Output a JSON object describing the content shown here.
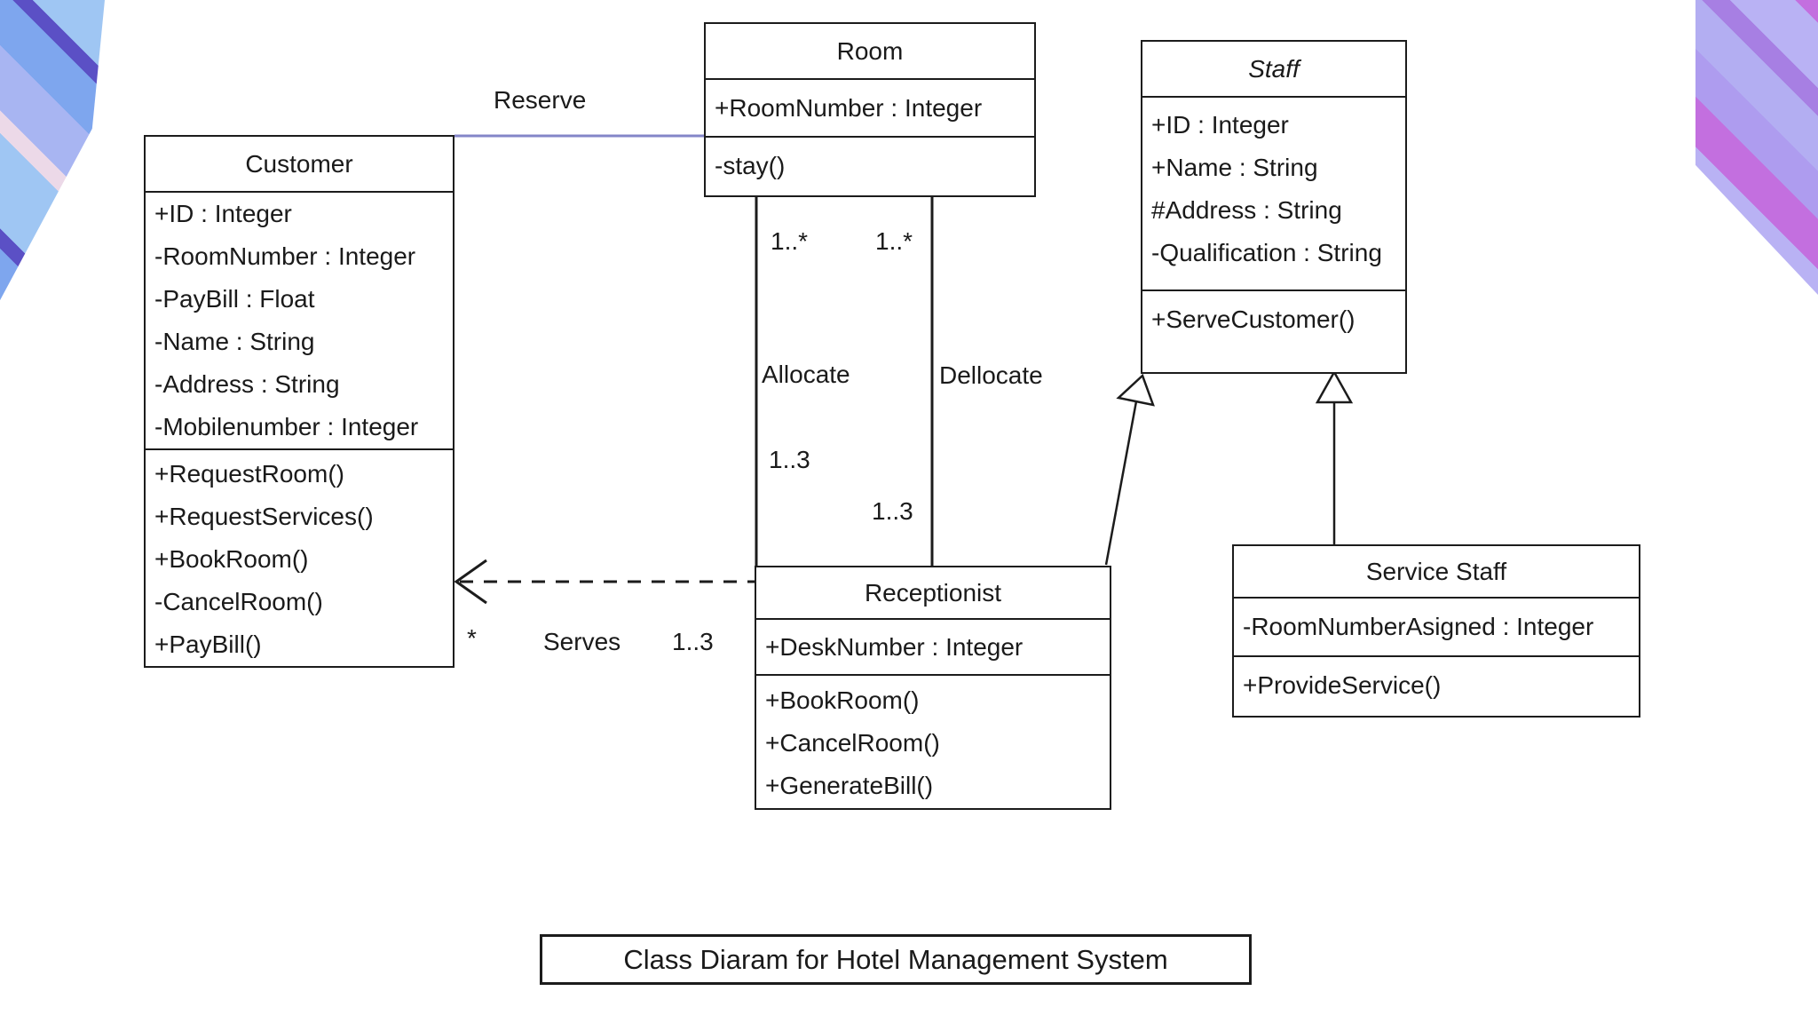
{
  "diagram_title": "Class Diaram for Hotel Management System",
  "classes": {
    "customer": {
      "name": "Customer",
      "attributes": [
        "+ID : Integer",
        "-RoomNumber : Integer",
        "-PayBill : Float",
        "-Name : String",
        "-Address : String",
        "-Mobilenumber : Integer"
      ],
      "methods": [
        "+RequestRoom()",
        "+RequestServices()",
        "+BookRoom()",
        "-CancelRoom()",
        "+PayBill()"
      ]
    },
    "room": {
      "name": "Room",
      "attributes": [
        "+RoomNumber : Integer"
      ],
      "methods": [
        "-stay()"
      ]
    },
    "staff": {
      "name": "Staff",
      "abstract": true,
      "attributes": [
        "+ID : Integer",
        "+Name : String",
        "#Address : String",
        "-Qualification : String"
      ],
      "methods": [
        "+ServeCustomer()"
      ]
    },
    "receptionist": {
      "name": "Receptionist",
      "attributes": [
        "+DeskNumber : Integer"
      ],
      "methods": [
        "+BookRoom()",
        "+CancelRoom()",
        "+GenerateBill()"
      ]
    },
    "service_staff": {
      "name": "Service Staff",
      "attributes": [
        "-RoomNumberAsigned : Integer"
      ],
      "methods": [
        "+ProvideService()"
      ]
    }
  },
  "relationships": {
    "reserve": {
      "label": "Reserve"
    },
    "allocate": {
      "label": "Allocate",
      "room_multiplicity": "1..*",
      "receptionist_multiplicity": "1..3"
    },
    "dellocate": {
      "label": "Dellocate",
      "room_multiplicity": "1..*",
      "receptionist_multiplicity": "1..3"
    },
    "serves": {
      "label": "Serves",
      "customer_multiplicity": "*",
      "receptionist_multiplicity": "1..3"
    }
  },
  "colors": {
    "reserve_line": "#8486c8",
    "line": "#1c1c1c"
  }
}
